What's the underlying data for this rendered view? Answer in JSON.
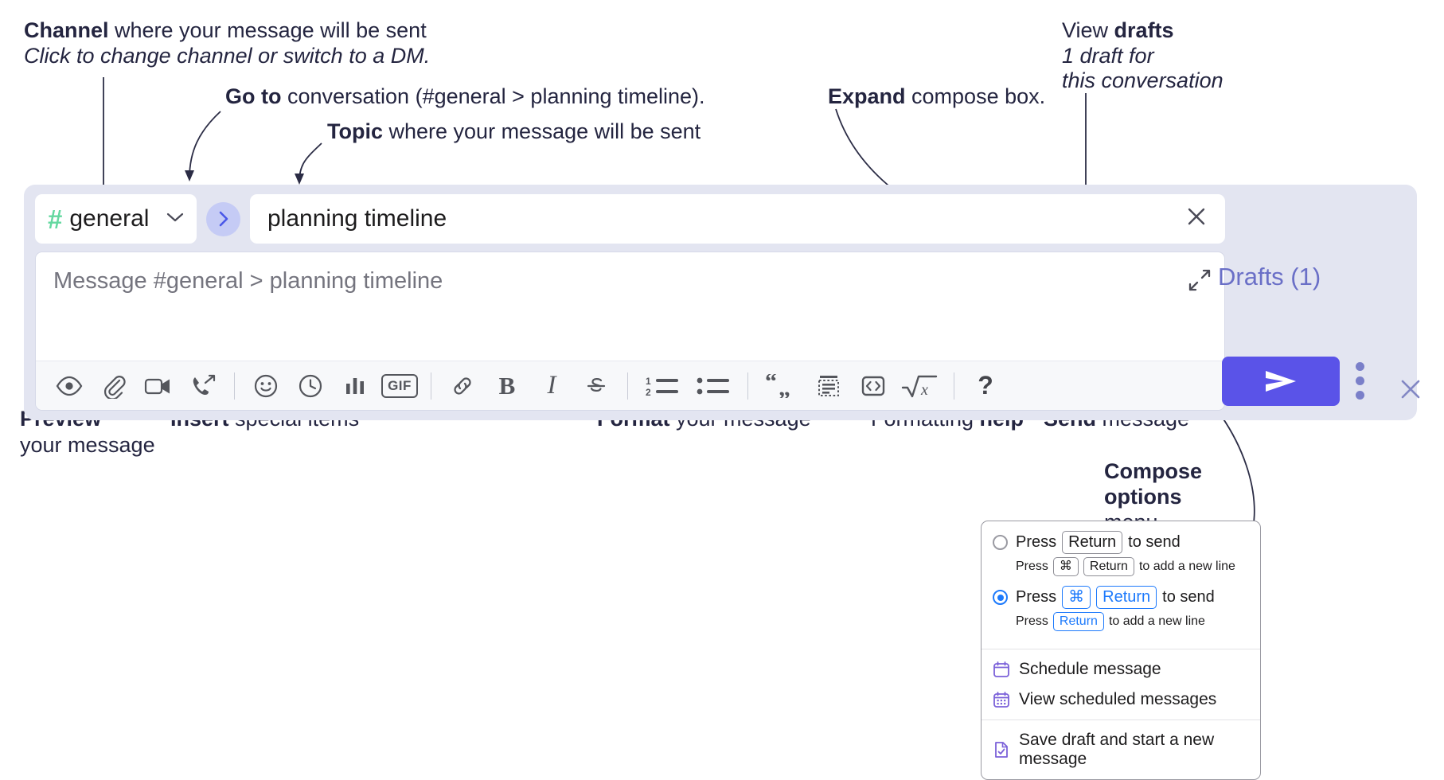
{
  "annotations": {
    "channel": {
      "bold": "Channel",
      "rest": " where your message will be sent",
      "sub": "Click to change channel or switch to a DM."
    },
    "goto": {
      "bold": "Go to",
      "rest": " conversation (#general > planning timeline)."
    },
    "topic": {
      "bold": "Topic",
      "rest": " where your message will be sent"
    },
    "expand": {
      "bold": "Expand",
      "rest": " compose box."
    },
    "drafts": {
      "bold_lead": "View ",
      "bold": "drafts",
      "sub1": "1 draft for",
      "sub2": "this conversation"
    },
    "preview": {
      "bold": "Preview",
      "rest": "your message"
    },
    "insert": {
      "bold": "Insert",
      "rest": " special items"
    },
    "format": {
      "bold": "Format",
      "rest": " your message"
    },
    "help": {
      "lead": "Formatting ",
      "bold": "help"
    },
    "send": {
      "bold": "Send",
      "rest": " message"
    },
    "compose_options": {
      "l1": "Compose",
      "l2": "options",
      "l3": "menu"
    }
  },
  "compose": {
    "channel_chip": {
      "hash": "#",
      "name": "general",
      "chevron": "⌄"
    },
    "goto_button": {
      "glyph": "›"
    },
    "topic": {
      "value": "planning timeline",
      "clear": "✕"
    },
    "editor": {
      "placeholder": "Message #general > planning timeline"
    },
    "close": "✕",
    "drafts_label": "Drafts (1)",
    "toolbar": [
      {
        "name": "preview-icon",
        "label": "Preview"
      },
      {
        "name": "attachment-icon",
        "label": "Attach file"
      },
      {
        "name": "video-clip-icon",
        "label": "Record video clip"
      },
      {
        "name": "audio-clip-icon",
        "label": "Record audio clip"
      },
      {
        "name": "separator",
        "label": ""
      },
      {
        "name": "emoji-icon",
        "label": "Emoji"
      },
      {
        "name": "clock-icon",
        "label": "Reminder"
      },
      {
        "name": "poll-icon",
        "label": "Poll"
      },
      {
        "name": "gif-icon",
        "label": "GIF"
      },
      {
        "name": "separator",
        "label": ""
      },
      {
        "name": "link-icon",
        "label": "Link"
      },
      {
        "name": "bold-icon",
        "label": "B"
      },
      {
        "name": "italic-icon",
        "label": "I"
      },
      {
        "name": "strikethrough-icon",
        "label": "Strikethrough"
      },
      {
        "name": "separator",
        "label": ""
      },
      {
        "name": "ordered-list-icon",
        "label": "Ordered list"
      },
      {
        "name": "bulleted-list-icon",
        "label": "Bulleted list"
      },
      {
        "name": "separator",
        "label": ""
      },
      {
        "name": "blockquote-icon",
        "label": "Blockquote"
      },
      {
        "name": "code-block-icon",
        "label": "Code block"
      },
      {
        "name": "code-icon",
        "label": "Code"
      },
      {
        "name": "math-icon",
        "label": "Math"
      },
      {
        "name": "separator",
        "label": ""
      },
      {
        "name": "formatting-help-icon",
        "label": "?"
      }
    ]
  },
  "options_menu": {
    "option_1": {
      "selected": false,
      "main_prefix": "Press",
      "main_key": "Return",
      "main_suffix": "to send",
      "sub_prefix": "Press",
      "sub_key_1": "⌘",
      "sub_key_2": "Return",
      "sub_suffix": "to add a new line"
    },
    "option_2": {
      "selected": true,
      "main_prefix": "Press",
      "main_key_1": "⌘",
      "main_key_2": "Return",
      "main_suffix": "to send",
      "sub_prefix": "Press",
      "sub_key": "Return",
      "sub_suffix": "to add a new line"
    },
    "items": [
      {
        "icon": "calendar-schedule-icon",
        "label": "Schedule message"
      },
      {
        "icon": "calendar-list-icon",
        "label": "View scheduled messages"
      },
      {
        "icon": "save-draft-icon",
        "label": "Save draft and start a new message"
      }
    ]
  },
  "colors": {
    "accent_purple": "#5a53e8",
    "compose_bg": "#e3e5f1",
    "hash_green": "#64d8a0",
    "drafts_text": "#6a6fc7",
    "radio_blue": "#1d7afc",
    "menu_icon": "#7b61d9"
  }
}
